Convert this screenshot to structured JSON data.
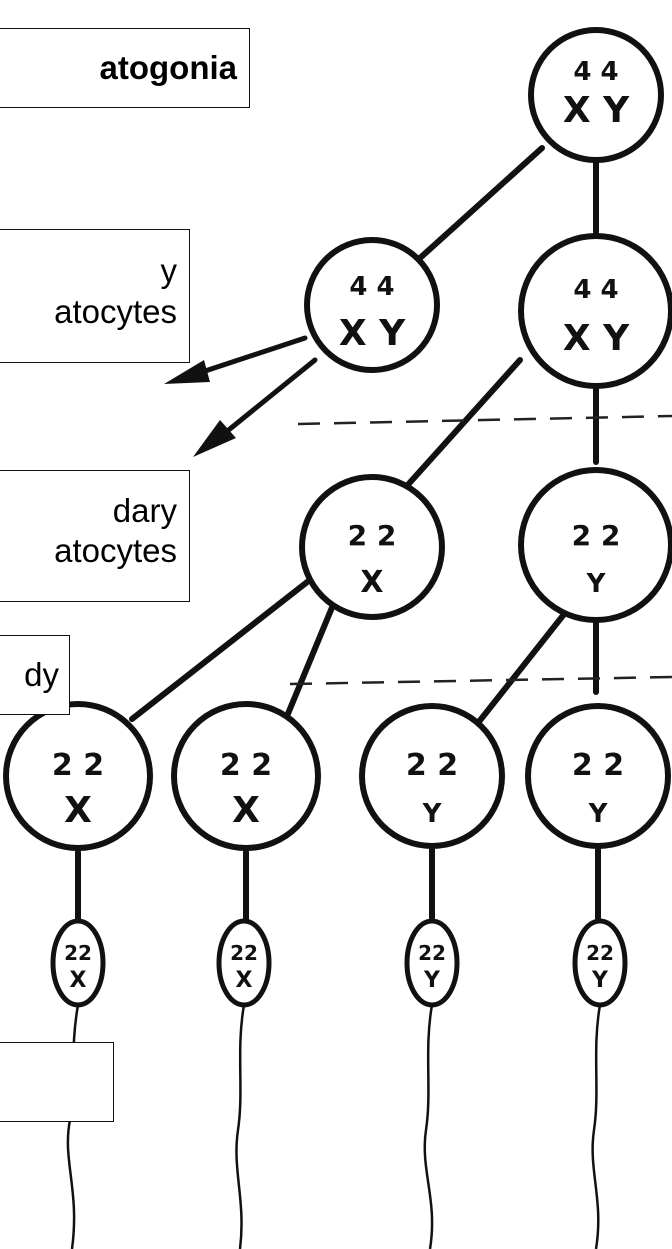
{
  "labels": {
    "spermatogonia": "atogonia",
    "primary_line1": "y",
    "primary_line2": "atocytes",
    "secondary_line1": "dary",
    "secondary_line2": "atocytes",
    "spermatid": "dy",
    "sperm": ""
  },
  "cells": {
    "spermatogonium": {
      "top": "4 4",
      "bottom": "X Y"
    },
    "primary_left": {
      "top": "4 4",
      "bottom": "X Y"
    },
    "primary_right": {
      "top": "4 4",
      "bottom": "X Y"
    },
    "secondary_x": {
      "top": "2 2",
      "bottom": "X"
    },
    "secondary_y": {
      "top": "2 2",
      "bottom": "Y"
    },
    "spermatid_1": {
      "top": "2 2",
      "bottom": "X"
    },
    "spermatid_2": {
      "top": "2 2",
      "bottom": "X"
    },
    "spermatid_3": {
      "top": "2 2",
      "bottom": "Y"
    },
    "spermatid_4": {
      "top": "2 2",
      "bottom": "Y"
    }
  },
  "sperm": [
    {
      "top": "22",
      "bottom": "X"
    },
    {
      "top": "22",
      "bottom": "X"
    },
    {
      "top": "22",
      "bottom": "Y"
    },
    {
      "top": "22",
      "bottom": "Y"
    }
  ]
}
